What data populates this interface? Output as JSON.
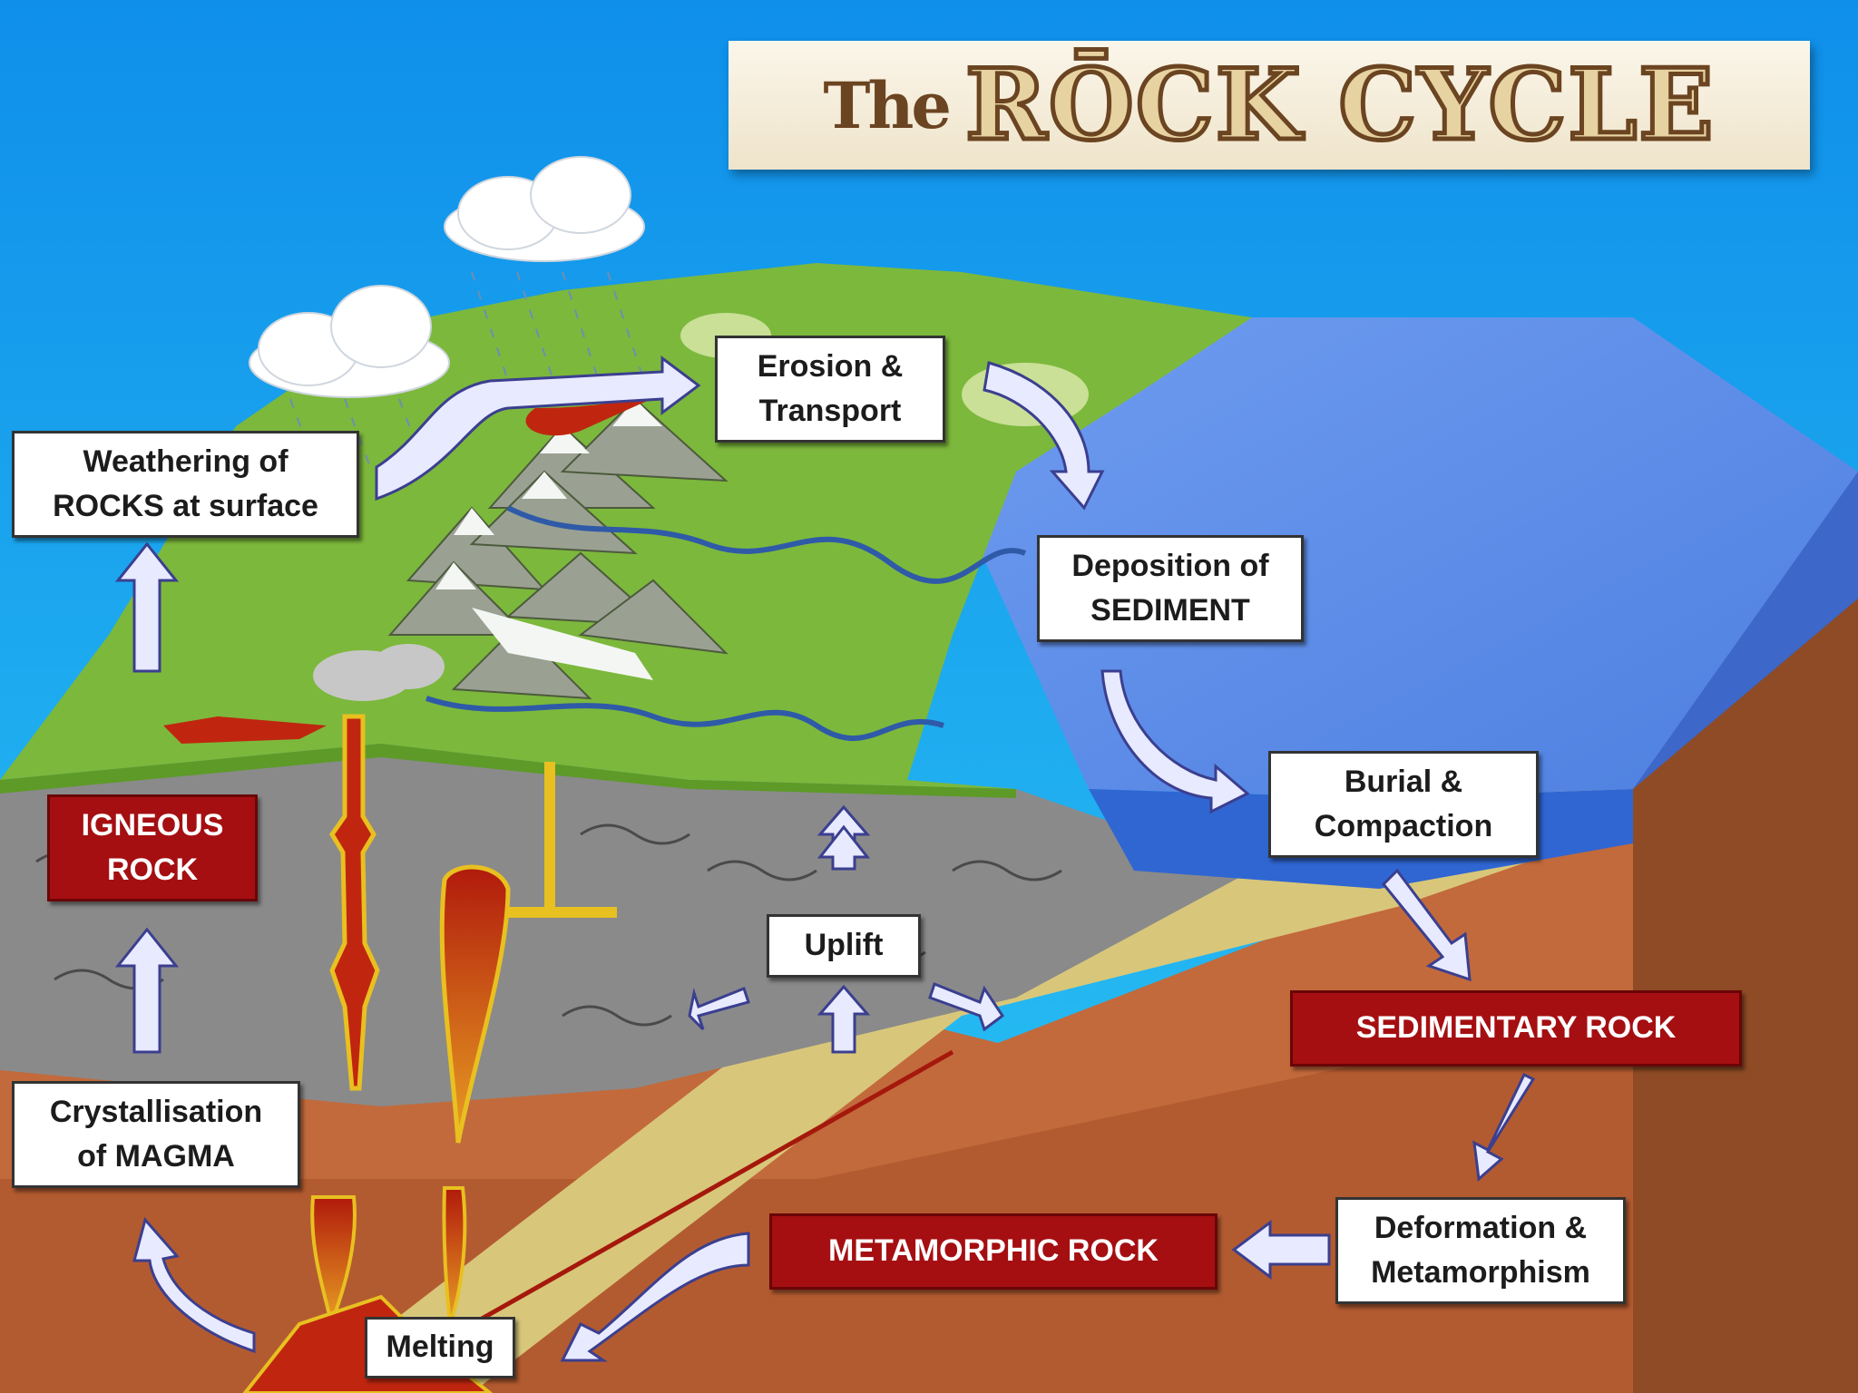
{
  "title": "The ROCK CYCLE",
  "title_parts": {
    "prefix": "The",
    "main": "RŌCK CYCLE"
  },
  "processes": {
    "weathering": "Weathering of\nROCKS at surface",
    "erosion": "Erosion &\nTransport",
    "deposition": "Deposition of\nSEDIMENT",
    "burial": "Burial &\nCompaction",
    "uplift": "Uplift",
    "deformation": "Deformation &\nMetamorphism",
    "melting": "Melting",
    "crystallisation": "Crystallisation\nof MAGMA"
  },
  "rock_types": {
    "igneous": "IGNEOUS\nROCK",
    "sedimentary": "SEDIMENTARY ROCK",
    "metamorphic": "METAMORPHIC ROCK"
  },
  "colors": {
    "sky": "#1fa3ec",
    "land": "#7cb83c",
    "ocean": "#5b8de8",
    "rock_grey": "#8a8a8a",
    "sediment": "#d8c77a",
    "crust": "#c26a3c",
    "magma": "#c0260f",
    "arrow": "#e8eaff",
    "rock_label": "#a50f12"
  }
}
